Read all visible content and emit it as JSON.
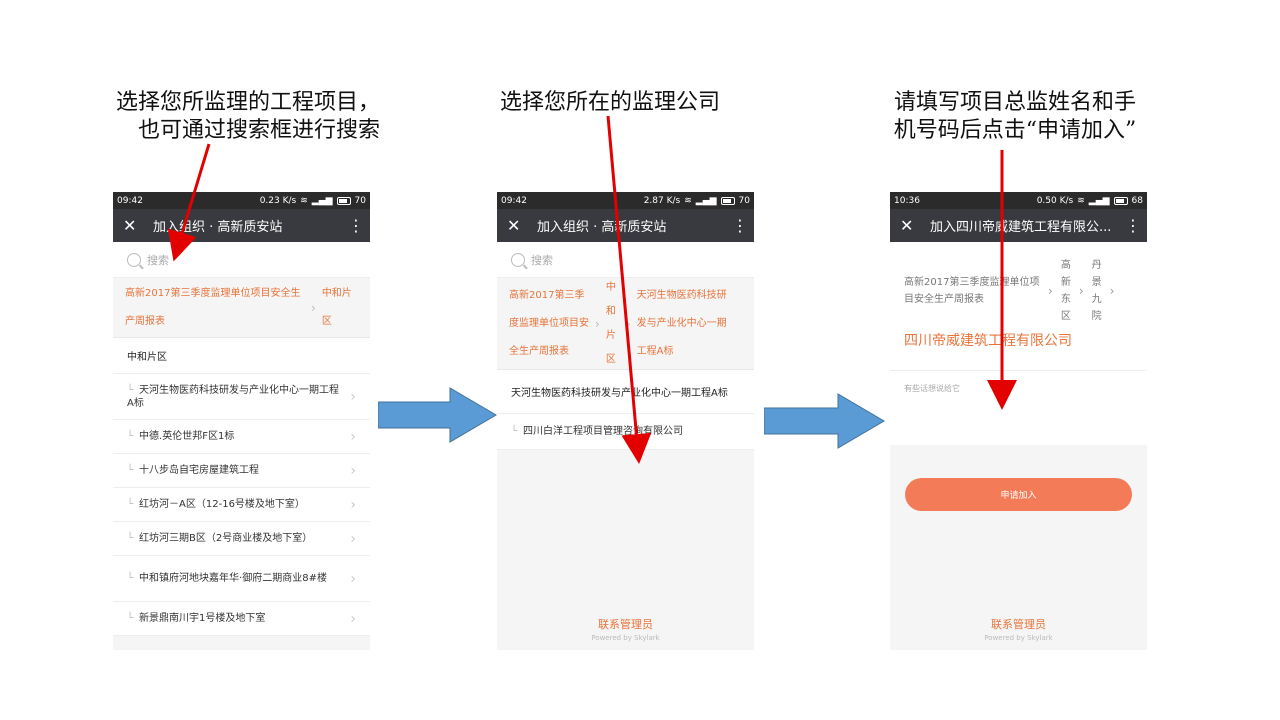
{
  "captions": {
    "step1_line1": "选择您所监理的工程项目，",
    "step1_line2": "也可通过搜索框进行搜索",
    "step2": "选择您所在的监理公司",
    "step3_line1": "请填写项目总监姓名和手",
    "step3_line2": "机号码后点击“申请加入”"
  },
  "colors": {
    "accent": "#e8743b",
    "button": "#f47b58",
    "titlebar": "#393a3f",
    "annotation_arrow": "#e30000",
    "flow_arrow": "#5b9bd5"
  },
  "screen1": {
    "status": {
      "time": "09:42",
      "net": "0.23 K/s",
      "battery": "70"
    },
    "title": "加入组织 · 高新质安站",
    "search_placeholder": "搜索",
    "breadcrumb": [
      "高新2017第三季度监理单位项目安全生产周报表",
      "中和片区"
    ],
    "section": "中和片区",
    "items": [
      "天河生物医药科技研发与产业化中心一期工程A标",
      "中德.英伦世邦F区1标",
      "十八步岛自宅房屋建筑工程",
      "红坊河－A区（12-16号楼及地下室）",
      "红坊河三期B区（2号商业楼及地下室）",
      "中和镇府河地块嘉年华·御府二期商业8#楼",
      "新景鼎南川宇1号楼及地下室"
    ]
  },
  "screen2": {
    "status": {
      "time": "09:42",
      "net": "2.87 K/s",
      "battery": "70"
    },
    "title": "加入组织 · 高新质安站",
    "search_placeholder": "搜索",
    "breadcrumb": [
      "高新2017第三季度监理单位项目安全生产周报表",
      "中和片区",
      "天河生物医药科技研发与产业化中心一期工程A标"
    ],
    "project": "天河生物医药科技研发与产业化中心一期工程A标",
    "company": "四川白洋工程项目管理咨询有限公司",
    "footer": "联系管理员",
    "powered": "Powered by Skylark"
  },
  "screen3": {
    "status": {
      "time": "10:36",
      "net": "0.50 K/s",
      "battery": "68"
    },
    "title": "加入四川帝威建筑工程有限公...",
    "breadcrumb": [
      "高新2017第三季度监理单位项目安全生产周报表",
      "高新东区",
      "丹景九院"
    ],
    "company": "四川帝威建筑工程有限公司",
    "message_placeholder": "有些话想说给它",
    "apply_button": "申请加入",
    "footer": "联系管理员",
    "powered": "Powered by Skylark"
  }
}
